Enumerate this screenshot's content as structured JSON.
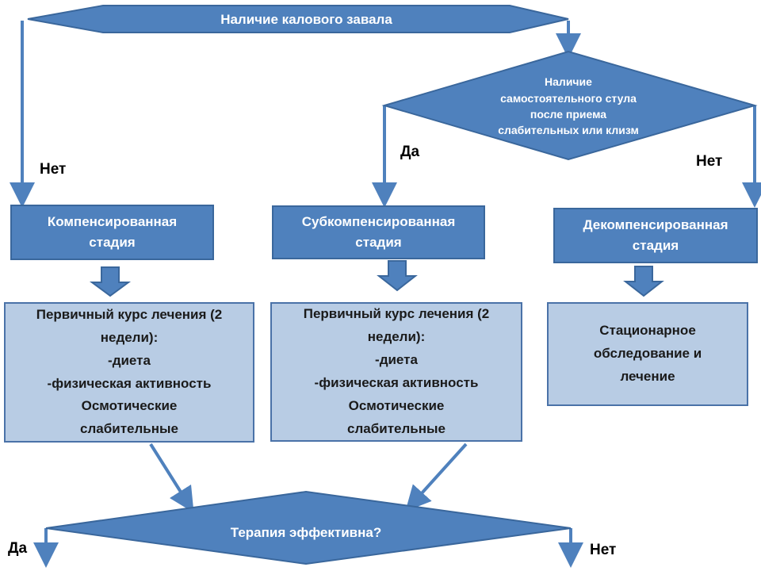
{
  "colors": {
    "dark_fill": "#4f81bd",
    "dark_border": "#3a679c",
    "light_fill": "#b8cce4",
    "arrow": "#4f81bd"
  },
  "decisions": {
    "top": "Наличие калового завала",
    "middle": [
      "Наличие",
      "самостоятельного стула",
      "после приема",
      "слабительных или клизм"
    ],
    "bottom": "Терапия эффективна?"
  },
  "answers": {
    "left_no": "Нет",
    "middle_yes": "Да",
    "middle_no": "Нет",
    "bottom_yes": "Да",
    "bottom_no": "Нет"
  },
  "stages": {
    "compensated": "Компенсированная стадия",
    "subcompensated": "Субкомпенсированная стадия",
    "decompensated": "Декомпенсированная стадия"
  },
  "treatments": {
    "compensated": [
      "Первичный курс лечения (2",
      "недели):",
      "-диета",
      "-физическая активность",
      "Осмотические",
      "слабительные"
    ],
    "subcompensated": [
      "Первичный курс лечения (2",
      "недели):",
      "-диета",
      "-физическая активность",
      "Осмотические",
      "слабительные"
    ],
    "decompensated": [
      "Стационарное",
      "обследование и",
      "лечение"
    ]
  }
}
